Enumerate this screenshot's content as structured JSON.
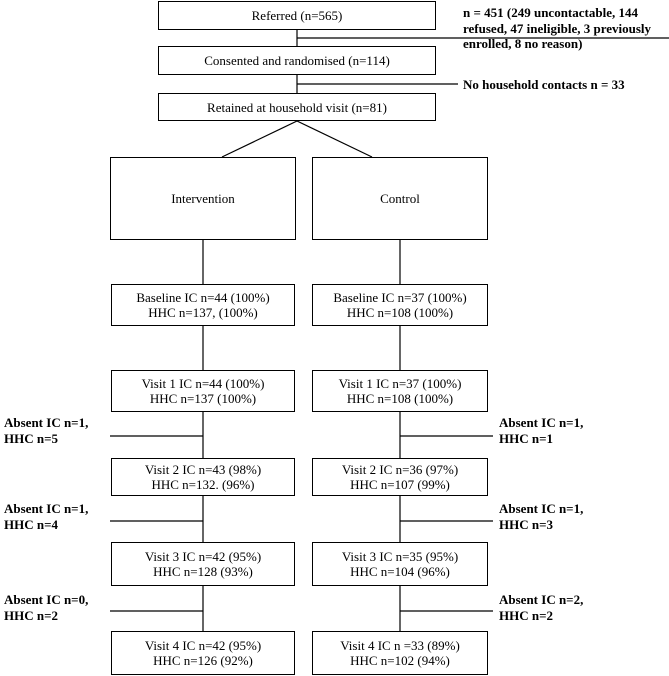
{
  "flow": {
    "referred": "Referred (n=565)",
    "excluded": [
      "n = 451 (249 uncontactable, 144",
      "refused, 47 ineligible, 3 previously",
      "enrolled, 8 no reason)"
    ],
    "randomised": "Consented and randomised (n=114)",
    "no_contacts": "No household contacts n = 33",
    "retained": "Retained at household visit (n=81)"
  },
  "arms": {
    "intervention": {
      "label": "Intervention",
      "visits": [
        [
          "Baseline IC n=44 (100%)",
          "HHC n=137, (100%)"
        ],
        [
          "Visit 1 IC n=44 (100%)",
          "HHC n=137 (100%)"
        ],
        [
          "Visit 2 IC n=43 (98%)",
          "HHC n=132. (96%)"
        ],
        [
          "Visit 3 IC n=42 (95%)",
          "HHC n=128 (93%)"
        ],
        [
          "Visit 4 IC n=42 (95%)",
          "HHC n=126 (92%)"
        ]
      ],
      "absent": [
        [
          "Absent IC n=1,",
          "HHC n=5"
        ],
        [
          "Absent IC n=1,",
          "HHC n=4"
        ],
        [
          "Absent IC n=0,",
          "HHC n=2"
        ]
      ]
    },
    "control": {
      "label": "Control",
      "visits": [
        [
          "Baseline IC n=37 (100%)",
          "HHC n=108 (100%)"
        ],
        [
          "Visit 1 IC n=37 (100%)",
          "HHC n=108 (100%)"
        ],
        [
          "Visit 2 IC n=36 (97%)",
          "HHC n=107 (99%)"
        ],
        [
          "Visit 3 IC n=35 (95%)",
          "HHC n=104 (96%)"
        ],
        [
          "Visit 4 IC n =33 (89%)",
          "HHC n=102 (94%)"
        ]
      ],
      "absent": [
        [
          "Absent IC n=1,",
          "HHC n=1"
        ],
        [
          "Absent IC n=1,",
          "HHC n=3"
        ],
        [
          "Absent IC n=2,",
          "HHC n=2"
        ]
      ]
    }
  }
}
